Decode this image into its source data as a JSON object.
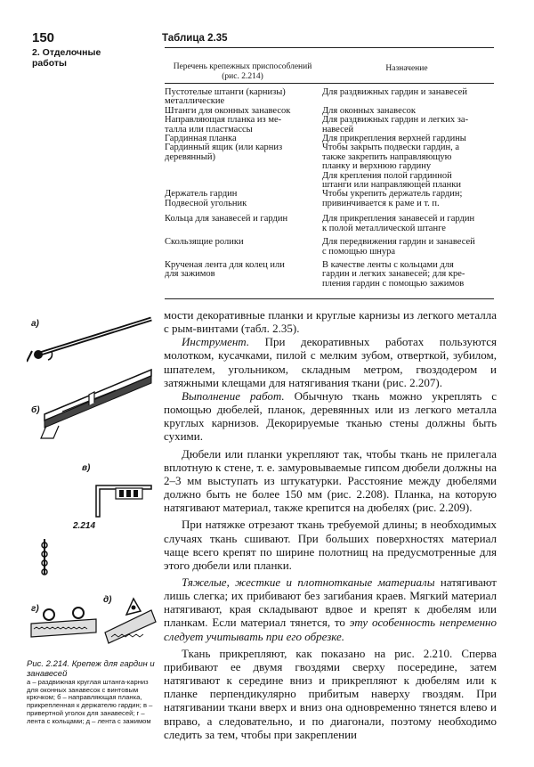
{
  "header": {
    "page_number": "150",
    "section": "2. Отделочные работы",
    "table_title": "Таблица 2.35"
  },
  "table": {
    "headers": {
      "fixtures": "Перечень крепежных приспособлений (рис. 2.214)",
      "purpose": "Назначение"
    },
    "rows": [
      {
        "a": "Пустотелые штанги (карнизы)\nметаллические",
        "b": "Для раздвижных гардин и занавесей"
      },
      {
        "a": "Штанги для оконных занавесок",
        "b": "Для оконных занавесок"
      },
      {
        "a": "Направляющая планка из ме-\nталла или пластмассы",
        "b": "Для раздвижных гардин и легких за-\nнавесей"
      },
      {
        "a": "Гардинная планка",
        "b": "Для прикрепления верхней гардины"
      },
      {
        "a": "Гардинный ящик (или карниз\nдеревянный)",
        "b": "Чтобы закрыть подвески гардин, а\nтакже закрепить направляющую\nпланку и верхнюю гардину\nДля крепления полой гардинной\nштанги или направляющей планки"
      },
      {
        "a": "Держатель гардин",
        "b": "Чтобы укрепить держатель гардин;"
      },
      {
        "a": "Подвесной угольник",
        "b": "привинчивается к раме и т. п."
      },
      {
        "a": "Кольца для занавесей и гардин",
        "b": "Для прикрепления занавесей и гардин\nк полой металлической штанге"
      },
      {
        "a": "Скользящие ролики",
        "b": "Для передвижения гардин и занавесей\nс помощью шнура"
      },
      {
        "a": "Крученая лента для колец или\nдля зажимов",
        "b": "В качестве ленты с кольцами для\nгардин и легких занавесей; для кре-\nпления гардин с помощью зажимов"
      }
    ]
  },
  "body": {
    "p1": "мости декоративные планки и круглые карнизы из легкого металла с рым-винтами (табл. 2.35).",
    "p2_title": "Инструмент.",
    "p2": " При декоративных работах пользуются молотком, кусачками, пилой с мелким зубом, отверткой, зубилом, шпателем, угольником, складным метром, гвоздодером и затяжными клещами для натягивания ткани (рис. 2.207).",
    "p3_title": "Выполнение работ.",
    "p3": " Обычную ткань можно укреплять с помощью дюбелей, планок, деревянных или из легкого металла круглых карнизов. Декорируемые тканью стены должны быть сухими.",
    "p4": "Дюбели или планки укрепляют так, чтобы ткань не прилегала вплотную к стене, т. е. замуровываемые гипсом дюбели должны на 2–3 мм выступать из штукатурки. Расстояние между дюбелями должно быть не более 150 мм (рис. 2.208). Планка, на которую натягивают материал, также крепится на дюбелях (рис. 2.209).",
    "p5": "При натяжке отрезают ткань требуемой длины; в необходимых случаях ткань сшивают. При больших поверхностях материал чаще всего крепят по ширине полотнищ на предусмотренные для этого дюбели или планки.",
    "p6a": "Тяжелые, жесткие и плотнотканые материалы",
    "p6b": " натягивают лишь слегка; их прибивают без загибания краев. Мягкий материал натягивают, края складывают вдвое и крепят к дюбелям или планкам. Если материал тянется, то ",
    "p6c": "эту особенность непременно следует учитывать при его обрезке.",
    "p7": "Ткань прикрепляют, как показано на рис. 2.210. Сперва прибивают ее двумя гвоздями сверху посередине, затем натягивают к середине вниз и прикрепляют к дюбелям или к планке перпендикулярно прибитым наверху гвоздям. При натягивании ткани вверх и вниз она одновременно тянется влево и вправо, а следовательно, и по диагонали, поэтому необходимо следить за тем, чтобы при закреплении"
  },
  "figure": {
    "labels": {
      "a": "а)",
      "b": "б)",
      "v": "в)",
      "g": "г)",
      "d": "д)"
    },
    "number": "2.214",
    "caption_title": "Рис. 2.214. Крепеж для гардин и занавесей",
    "caption_body": "а – раздвижная круглая штанга-карниз для оконных занавесок с винтовым крючком; б – направляющая планка, прикрепленная к держателю гардин; в – привертной уголок для занавесей; г – лента с кольцами; д – лента с зажимом"
  }
}
